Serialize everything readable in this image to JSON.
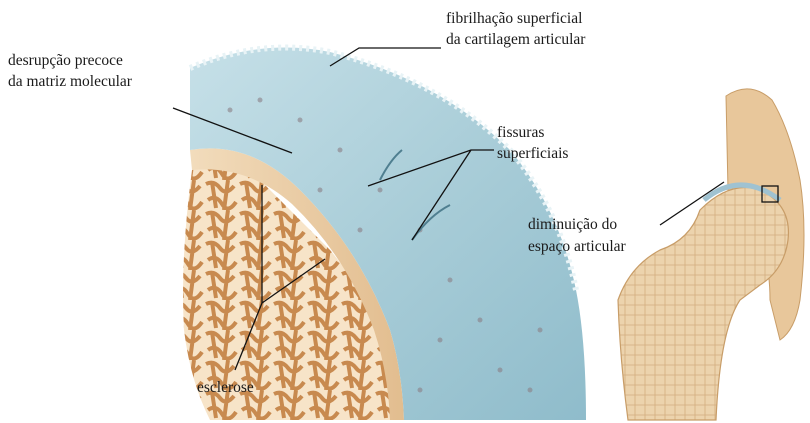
{
  "labels": {
    "fibrilacao_l1": "fibrilhação superficial",
    "fibrilacao_l2": "da cartilagem articular",
    "desrupcao_l1": "desrupção precoce",
    "desrupcao_l2": "da matriz molecular",
    "fissuras_l1": "fissuras",
    "fissuras_l2": "superficiais",
    "diminuicao_l1": "diminuição do",
    "diminuicao_l2": "espaço articular",
    "esclerose": "esclerose"
  },
  "colors": {
    "cartilage": "#a9cdd8",
    "cartilage_dark": "#7fb0c2",
    "bone": "#e6c8a2",
    "trabecular": "#c98c52",
    "marrow": "#f6e3c6",
    "leader_line": "#111111"
  }
}
